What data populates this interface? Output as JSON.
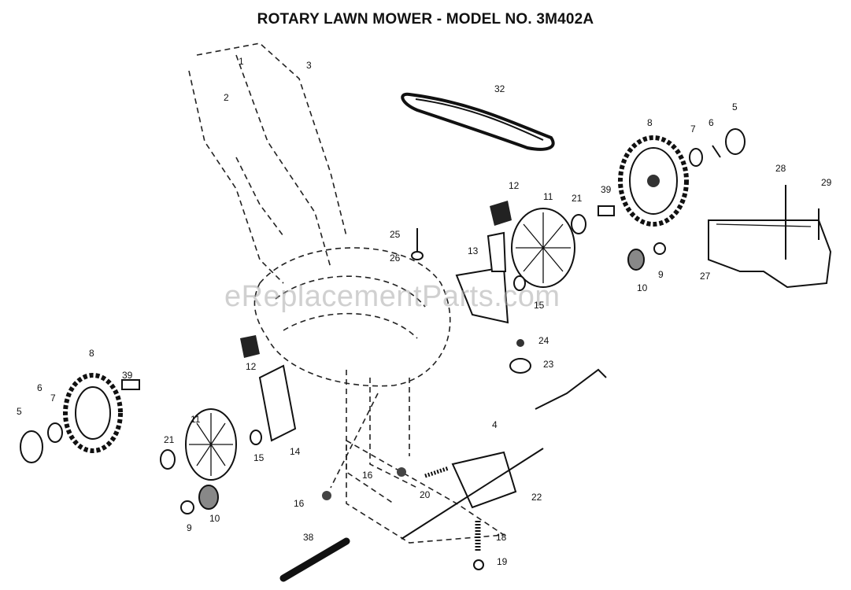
{
  "title": "ROTARY LAWN MOWER - MODEL NO.  3M402A",
  "watermark": "eReplacementParts.com",
  "callouts": [
    "1",
    "2",
    "3",
    "32",
    "5",
    "8",
    "7",
    "6",
    "28",
    "29",
    "12",
    "11",
    "21",
    "39",
    "25",
    "26",
    "13",
    "15",
    "9",
    "10",
    "27",
    "24",
    "23",
    "8",
    "39",
    "5",
    "6",
    "7",
    "12",
    "11",
    "21",
    "14",
    "15",
    "4",
    "9",
    "10",
    "16",
    "16",
    "20",
    "22",
    "18",
    "19",
    "38"
  ]
}
